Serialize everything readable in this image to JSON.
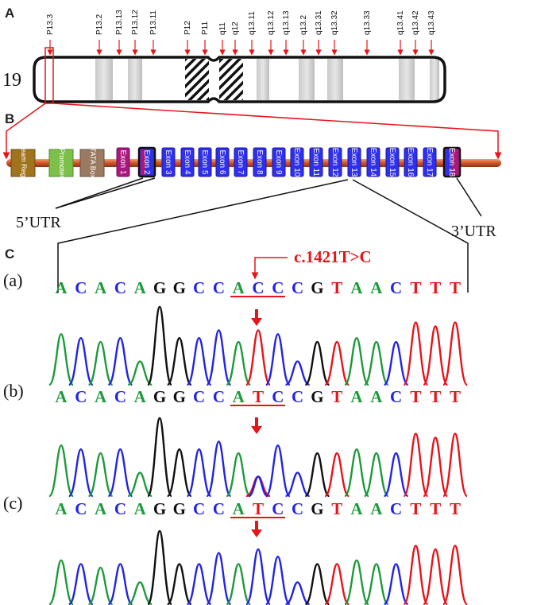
{
  "panels": {
    "a": "A",
    "b": "B",
    "c": "C"
  },
  "chromosome": {
    "number": "19",
    "bands": [
      "P13.3",
      "P13.2",
      "P13.13",
      "P13.12",
      "P13.11",
      "P12",
      "P11",
      "q11",
      "q12",
      "q13.11",
      "q13.12",
      "q13.13",
      "q13.2",
      "q13.31",
      "q13.32",
      "q13.33",
      "q13.41",
      "q13.42",
      "q13.43"
    ]
  },
  "gene": {
    "elements": [
      "Upstream Regulator",
      "Promoter",
      "TATA Box"
    ],
    "exons": [
      "Exon 1",
      "Exon 2",
      "Exon 3",
      "Exon 4",
      "Exon 5",
      "Exon 6",
      "Exon 7",
      "Exon 8",
      "Exon 9",
      "Exon 10",
      "Exon 11",
      "Exon 12",
      "Exon 13",
      "Exon 14",
      "Exon 15",
      "Exon 16",
      "Exon 17",
      "Exon 18"
    ],
    "utr5": "5’UTR",
    "utr3": "3’UTR"
  },
  "sequencing": {
    "mutation": "c.1421T>C",
    "row_labels": [
      "(a)",
      "(b)",
      "(c)"
    ],
    "reference_seq": "ACACAGGCCACCCGTAACTTT",
    "trace_seq": "ACACAGGCCATCCGTAACTTT",
    "colors": {
      "A": "#1e9a3c",
      "C": "#2323e6",
      "G": "#111111",
      "T": "#e8141b"
    }
  }
}
